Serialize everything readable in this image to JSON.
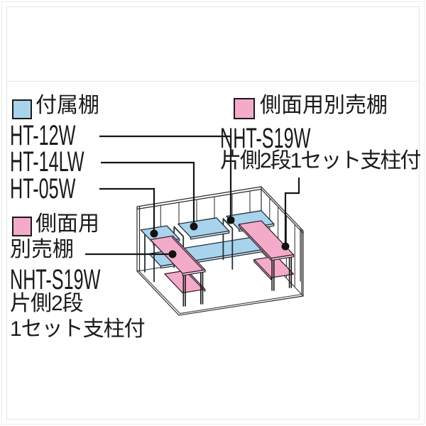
{
  "colors": {
    "blue": "#a9d3ec",
    "blue_edge": "#eaf4fb",
    "pink": "#f3abc9",
    "pink_edge": "#fbe9f1",
    "line": "#1a1a1a"
  },
  "legend_attached": {
    "title": "付属棚",
    "models": [
      "HT-12W",
      "HT-14LW",
      "HT-05W"
    ]
  },
  "legend_side_right": {
    "title": "側面用別売棚",
    "model": "NHT-S19W",
    "note": "片側2段1セット支柱付"
  },
  "legend_side_left": {
    "title_line1": "側面用",
    "title_line2": "別売棚",
    "model": "NHT-S19W",
    "note_line1": "片側2段",
    "note_line2": "1セット支柱付"
  }
}
